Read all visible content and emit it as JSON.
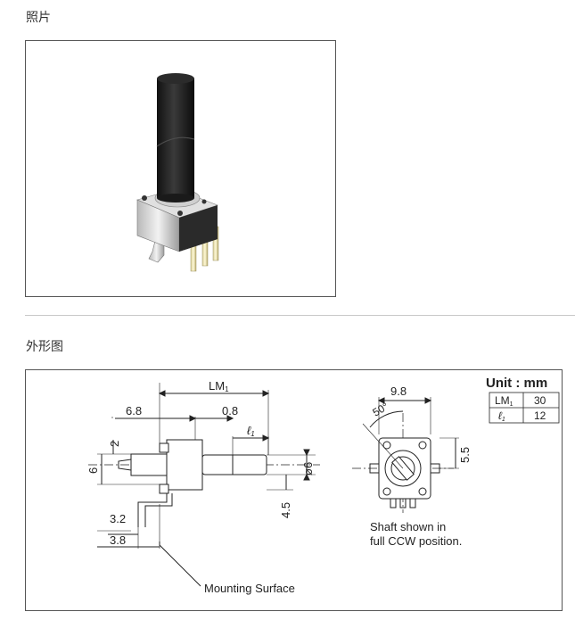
{
  "photo_section": {
    "title": "照片"
  },
  "drawing_section": {
    "title": "外形图",
    "unit_label": "Unit : mm",
    "unit_table": [
      {
        "label": "LM",
        "sub": "1",
        "value": "30"
      },
      {
        "label": "ℓ",
        "sub": "1",
        "value": "12"
      }
    ],
    "dims": {
      "lm1": "LM",
      "lm1_sub": "1",
      "d68": "6.8",
      "d08": "0.8",
      "l1": "ℓ",
      "l1_sub": "1",
      "d2": "2",
      "d6": "6",
      "phi6": "ø6",
      "d45": "4.5",
      "d32": "3.2",
      "d38": "3.8",
      "d98": "9.8",
      "d55": "5.5",
      "angle": "50°"
    },
    "mounting_surface": "Mounting Surface",
    "shaft_note_1": "Shaft shown in",
    "shaft_note_2": "full CCW position."
  }
}
